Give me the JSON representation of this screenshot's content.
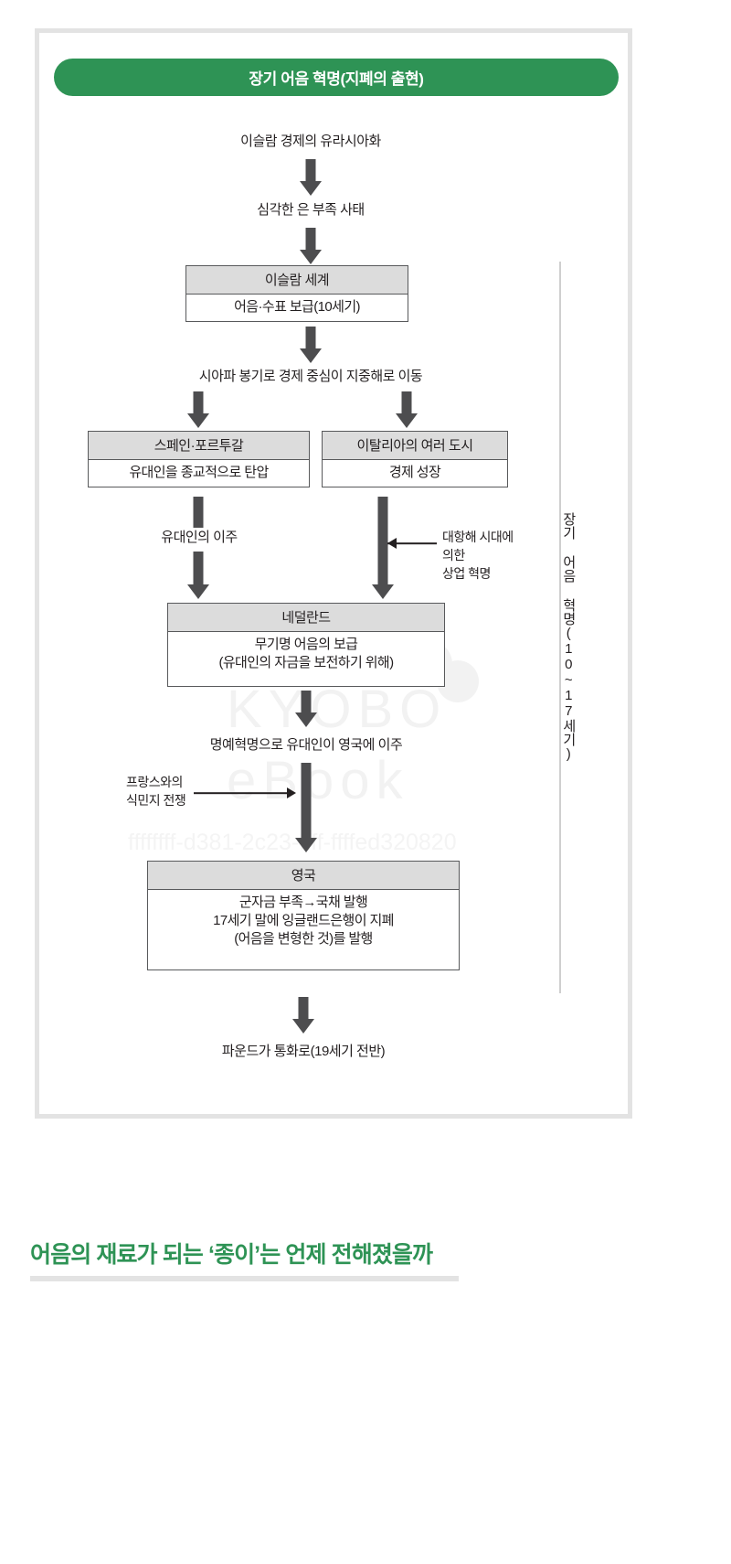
{
  "figure": {
    "title": "장기 어음 혁명(지폐의 출현)",
    "title_color": "#2e9355",
    "frame_color": "#e3e3e3",
    "box_header_fill": "#dcdcdc",
    "box_border_color": "#58595b",
    "arrow_color": "#4d4d4f"
  },
  "steps": {
    "s1_islam_eurasia": "이슬람 경제의 유라시아화",
    "s2_silver_shortage": "심각한 은 부족 사태",
    "s3_shia_uprising": "시아파 봉기로 경제 중심이 지중해로 이동",
    "s4_jewish_migration": "유대인의 이주",
    "s5_glorious_revolution": "명예혁명으로 유대인이 영국에 이주",
    "s6_pound_currency": "파운드가 통화로(19세기 전반)"
  },
  "nodes": {
    "islamic_world": {
      "head": "이슬람 세계",
      "body": "어음·수표 보급(10세기)"
    },
    "spain_portugal": {
      "head": "스페인·포르투갈",
      "body": "유대인을 종교적으로 탄압"
    },
    "italian_cities": {
      "head": "이탈리아의 여러 도시",
      "body": "경제 성장"
    },
    "netherlands": {
      "head": "네덜란드",
      "body": "무기명 어음의 보급\n(유대인의 자금을 보전하기 위해)"
    },
    "england": {
      "head": "영국",
      "body": "군자금 부족→국채 발행\n17세기 말에 잉글랜드은행이 지폐\n(어음을 변형한 것)를 발행"
    }
  },
  "annotations": {
    "age_of_discovery": "대항해 시대에\n의한\n상업 혁명",
    "french_colonial_war": "프랑스와의\n식민지 전쟁"
  },
  "side_label": {
    "vertical_text": "장기 어음 혁명(10~17세기)"
  },
  "watermark": {
    "brand_line1": "KYOBO",
    "brand_line2": "eBook",
    "uuid": "ffffffff-d381-2c23-ffff-ffffed320820"
  },
  "footer": {
    "heading": "어음의 재료가 되는 ‘종이’는 언제 전해졌을까"
  }
}
